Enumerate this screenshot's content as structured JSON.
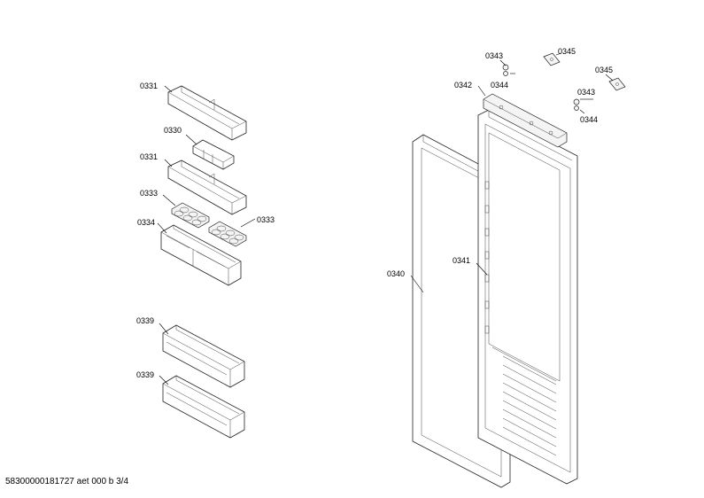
{
  "labels": {
    "p0331a": "0331",
    "p0330": "0330",
    "p0331b": "0331",
    "p0333a": "0333",
    "p0333b": "0333",
    "p0334": "0334",
    "p0339a": "0339",
    "p0339b": "0339",
    "p0340": "0340",
    "p0341": "0341",
    "p0342": "0342",
    "p0343a": "0343",
    "p0344a": "0344",
    "p0345a": "0345",
    "p0345b": "0345",
    "p0343b": "0343",
    "p0344b": "0344"
  },
  "footer": "58300000181727 aet 000 b 3/4"
}
